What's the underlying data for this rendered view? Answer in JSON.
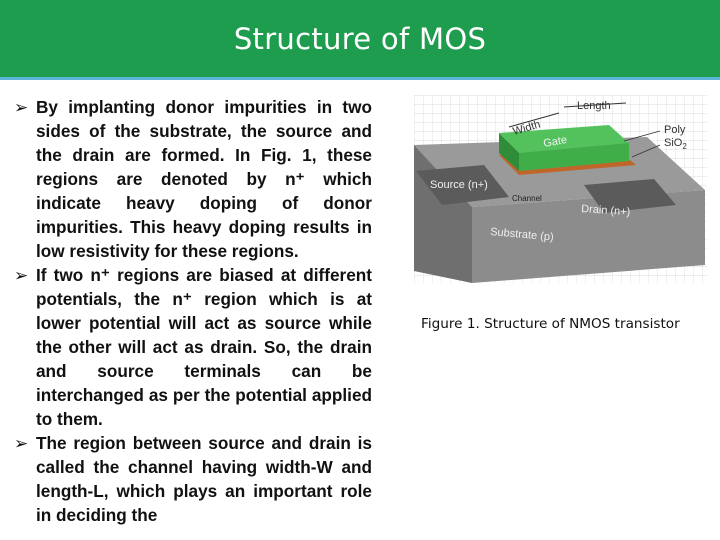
{
  "slide": {
    "title": "Structure of MOS"
  },
  "bullets": [
    "By implanting donor impurities in two sides of the substrate, the source and the drain are formed. In Fig. 1, these regions are denoted by n⁺ which indicate heavy doping of donor impurities. This heavy doping results in low resistivity for these regions.",
    "If two n⁺ regions are biased at different potentials, the n⁺ region which is at lower potential will act as source while the other will act as drain. So, the drain and source terminals can be interchanged as per the potential applied to them.",
    "The region between source and drain is called the channel having width-W and length-L, which plays an important role in deciding the"
  ],
  "bullet_marker": "➢",
  "figure": {
    "labels": {
      "length": "Length",
      "width": "Width",
      "gate": "Gate",
      "poly": "Poly",
      "sio2": "SiO",
      "sio2_sub": "2",
      "source": "Source (n+)",
      "channel": "Channel",
      "drain": "Drain (n+)",
      "substrate": "Substrate (p)"
    },
    "caption": "Figure 1. Structure of NMOS transistor"
  },
  "colors": {
    "title_bar": "#1e9d4f",
    "title_border": "#5bb5d6",
    "gate": "#3fae49",
    "oxide": "#c0662a",
    "block": "#8e8e8e"
  }
}
